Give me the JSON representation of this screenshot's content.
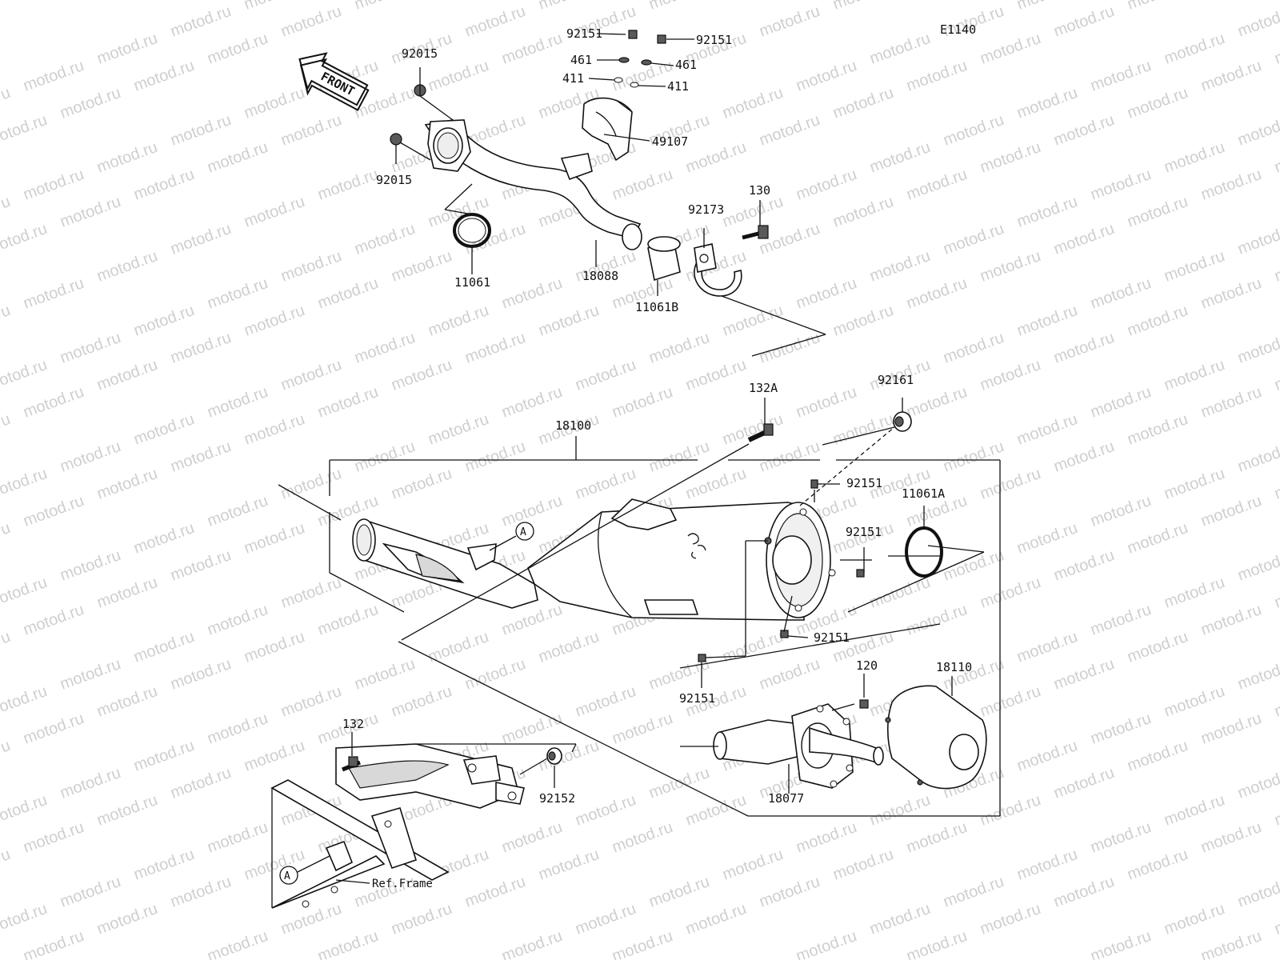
{
  "diagram": {
    "code": "E1140",
    "front_label": "FRONT",
    "watermark": "motod.ru",
    "callout_letter": "A",
    "ref_frame_label": "Ref.Frame",
    "parts": {
      "p92151_a": "92151",
      "p92151_b": "92151",
      "p461_a": "461",
      "p461_b": "461",
      "p411_a": "411",
      "p411_b": "411",
      "p92015_a": "92015",
      "p92015_b": "92015",
      "p49107": "49107",
      "p130": "130",
      "p92173": "92173",
      "p11061": "11061",
      "p18088": "18088",
      "p11061B": "11061B",
      "p132A": "132A",
      "p92161": "92161",
      "p18100": "18100",
      "p92151_c": "92151",
      "p11061A": "11061A",
      "p92151_d": "92151",
      "p92151_e": "92151",
      "p92151_f": "92151",
      "p120": "120",
      "p18110": "18110",
      "p132": "132",
      "p92152": "92152",
      "p18077": "18077"
    }
  }
}
